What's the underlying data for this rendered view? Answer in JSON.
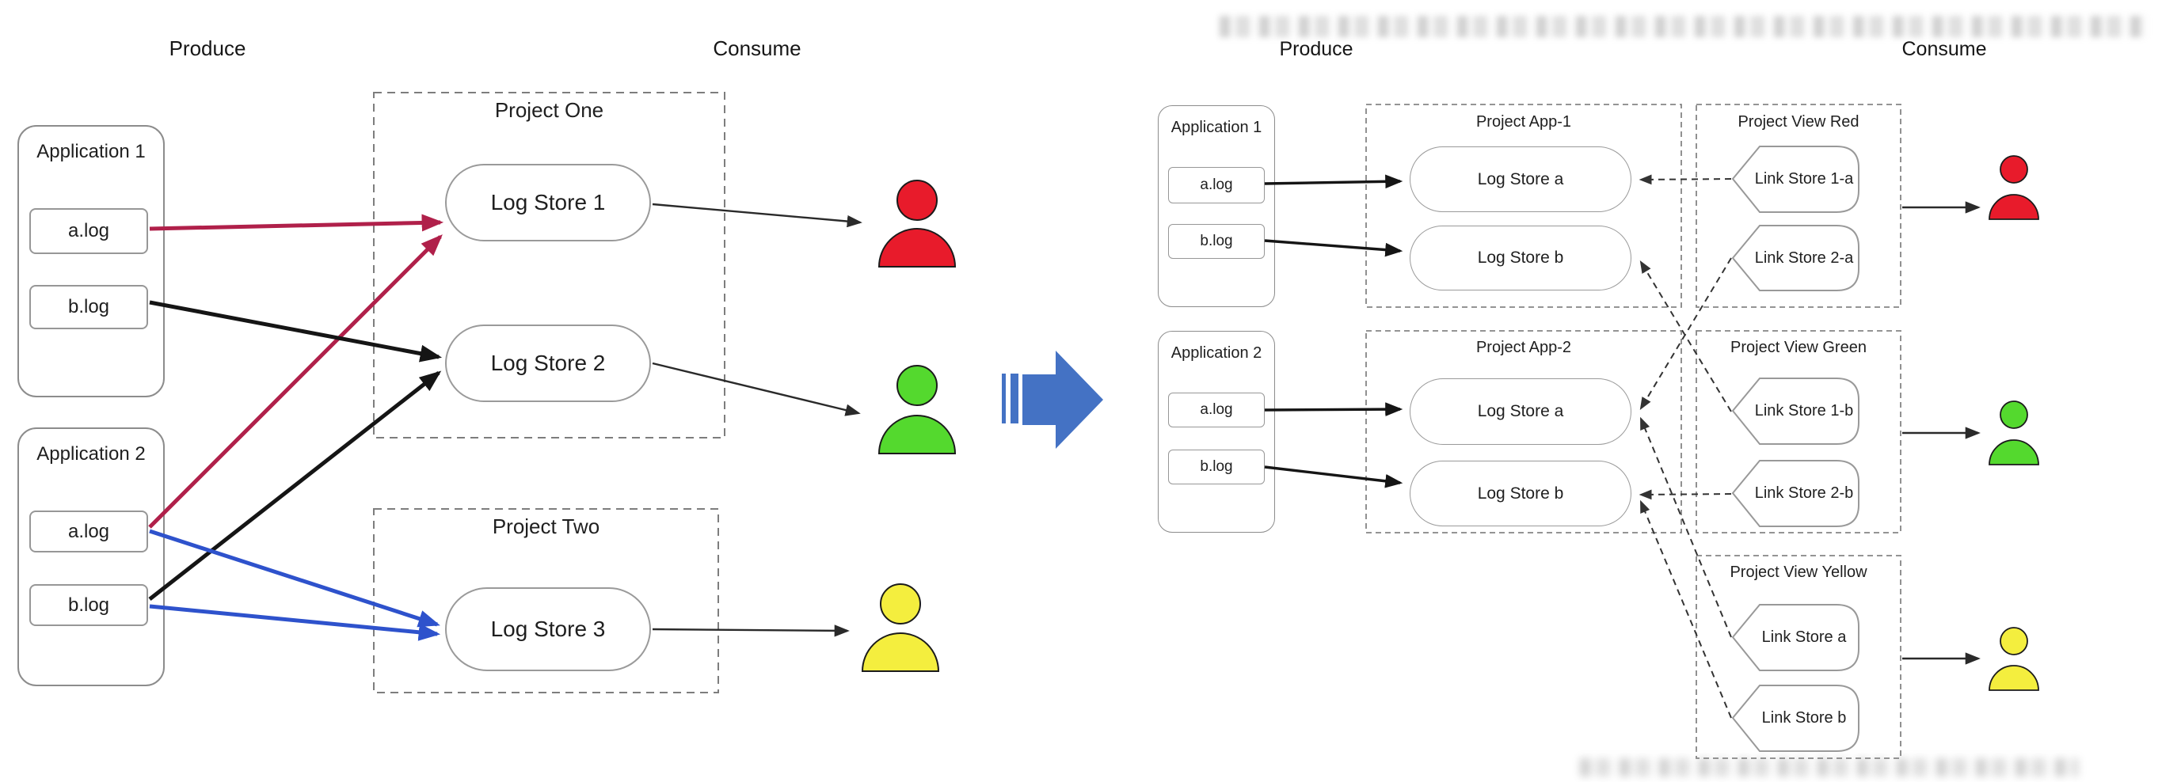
{
  "colors": {
    "transform_arrow": "#4472C4",
    "crimson_arrow": "#B0204A",
    "blue_arrow": "#2E52CC",
    "black_arrow": "#151515",
    "box_border": "#8c8c8c",
    "red_consumer": "#E81B2B",
    "green_consumer": "#54D92E",
    "yellow_consumer": "#F4EE3E"
  },
  "left": {
    "heading_produce": "Produce",
    "heading_consume": "Consume",
    "apps": [
      {
        "title": "Application 1",
        "files": [
          "a.log",
          "b.log"
        ]
      },
      {
        "title": "Application 2",
        "files": [
          "a.log",
          "b.log"
        ]
      }
    ],
    "projects": [
      {
        "title": "Project One",
        "stores": [
          "Log Store 1",
          "Log Store 2"
        ]
      },
      {
        "title": "Project Two",
        "stores": [
          "Log Store 3"
        ]
      }
    ],
    "consumers": [
      {
        "name": "red-user",
        "color": "#E81B2B"
      },
      {
        "name": "green-user",
        "color": "#54D92E"
      },
      {
        "name": "yellow-user",
        "color": "#F4EE3E"
      }
    ]
  },
  "right": {
    "heading_produce": "Produce",
    "heading_consume": "Consume",
    "apps": [
      {
        "title": "Application 1",
        "files": [
          "a.log",
          "b.log"
        ]
      },
      {
        "title": "Application 2",
        "files": [
          "a.log",
          "b.log"
        ]
      }
    ],
    "app_projects": [
      {
        "title": "Project App-1",
        "stores": [
          "Log Store a",
          "Log Store b"
        ]
      },
      {
        "title": "Project App-2",
        "stores": [
          "Log Store a",
          "Log Store b"
        ]
      }
    ],
    "view_projects": [
      {
        "title": "Project View Red",
        "links": [
          "Link Store 1-a",
          "Link Store 2-a"
        ]
      },
      {
        "title": "Project View Green",
        "links": [
          "Link Store 1-b",
          "Link Store 2-b"
        ]
      },
      {
        "title": "Project View Yellow",
        "links": [
          "Link Store a",
          "Link Store b"
        ]
      }
    ],
    "consumers": [
      {
        "name": "red-user",
        "color": "#E81B2B"
      },
      {
        "name": "green-user",
        "color": "#54D92E"
      },
      {
        "name": "yellow-user",
        "color": "#F4EE3E"
      }
    ]
  }
}
